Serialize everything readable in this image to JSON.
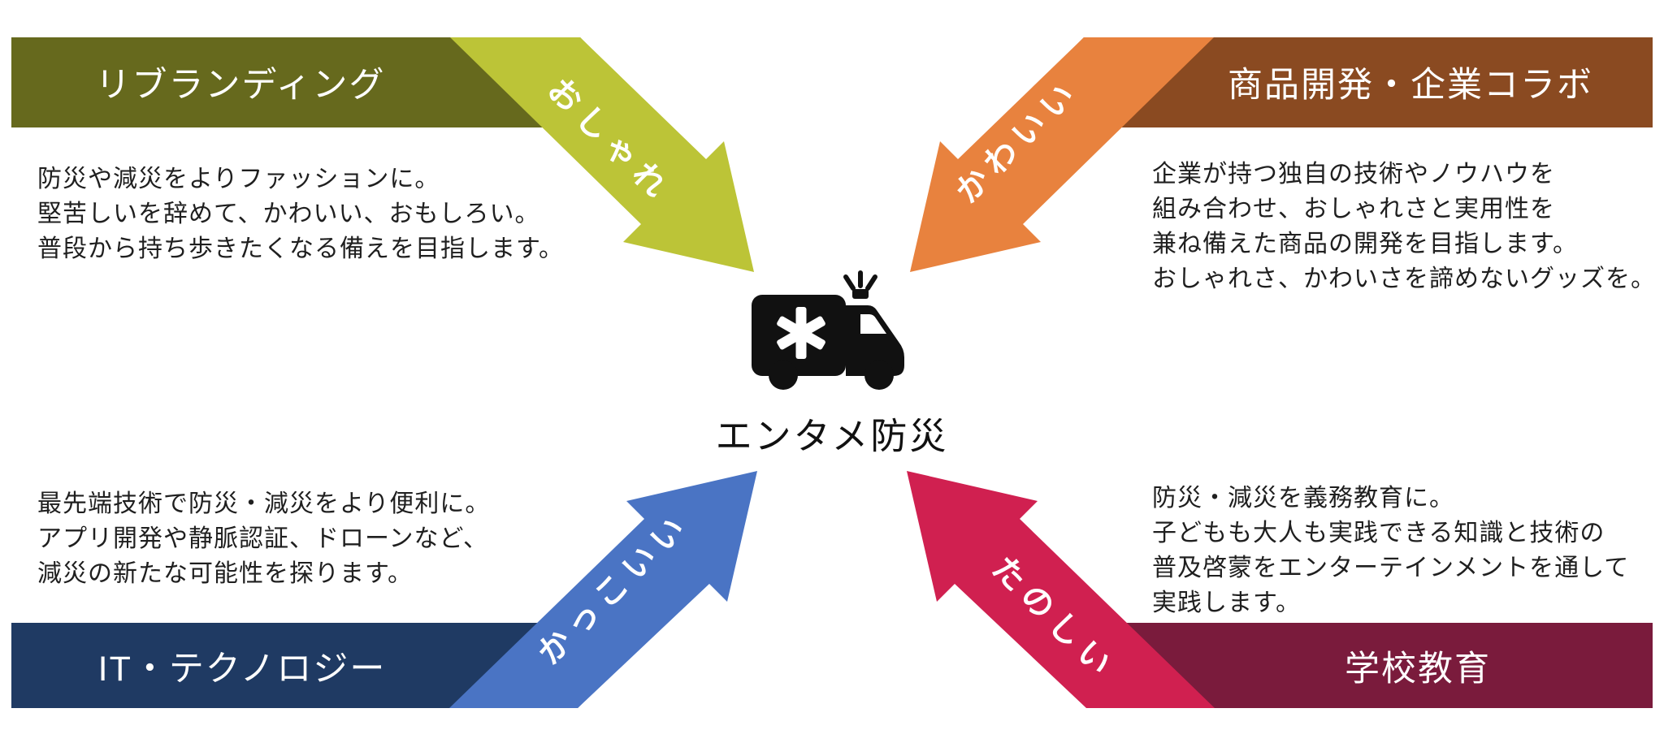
{
  "diagram": {
    "center_label": "エンタメ防災",
    "icon": "ambulance-icon",
    "icon_color": "#111111",
    "text_color": "#1f1f1f",
    "background": "#ffffff"
  },
  "quadrants": {
    "top_left": {
      "banner_label": "リブランディング",
      "arrow_label": "おしゃれ",
      "description": "防災や減災をよりファッションに。\n堅苦しいを辞めて、かわいい、おもしろい。\n普段から持ち歩きたくなる備えを目指します。",
      "banner_color": "#66691d",
      "arrow_color": "#bcc437"
    },
    "top_right": {
      "banner_label": "商品開発・企業コラボ",
      "arrow_label": "かわいい",
      "description": "企業が持つ独自の技術やノウハウを\n組み合わせ、おしゃれさと実用性を\n兼ね備えた商品の開発を目指します。\nおしゃれさ、かわいさを諦めないグッズを。",
      "banner_color": "#8a4a21",
      "arrow_color": "#e8823e"
    },
    "bottom_left": {
      "banner_label": "IT・テクノロジー",
      "arrow_label": "かっこいい",
      "description": "最先端技術で防災・減災をより便利に。\nアプリ開発や静脈認証、ドローンなど、\n減災の新たな可能性を探ります。",
      "banner_color": "#1f3a63",
      "arrow_color": "#4a74c4"
    },
    "bottom_right": {
      "banner_label": "学校教育",
      "arrow_label": "たのしい",
      "description": "防災・減災を義務教育に。\n子どもも大人も実践できる知識と技術の\n普及啓蒙をエンターテインメントを通して\n実践します。",
      "banner_color": "#7a1b3c",
      "arrow_color": "#d02050"
    }
  }
}
